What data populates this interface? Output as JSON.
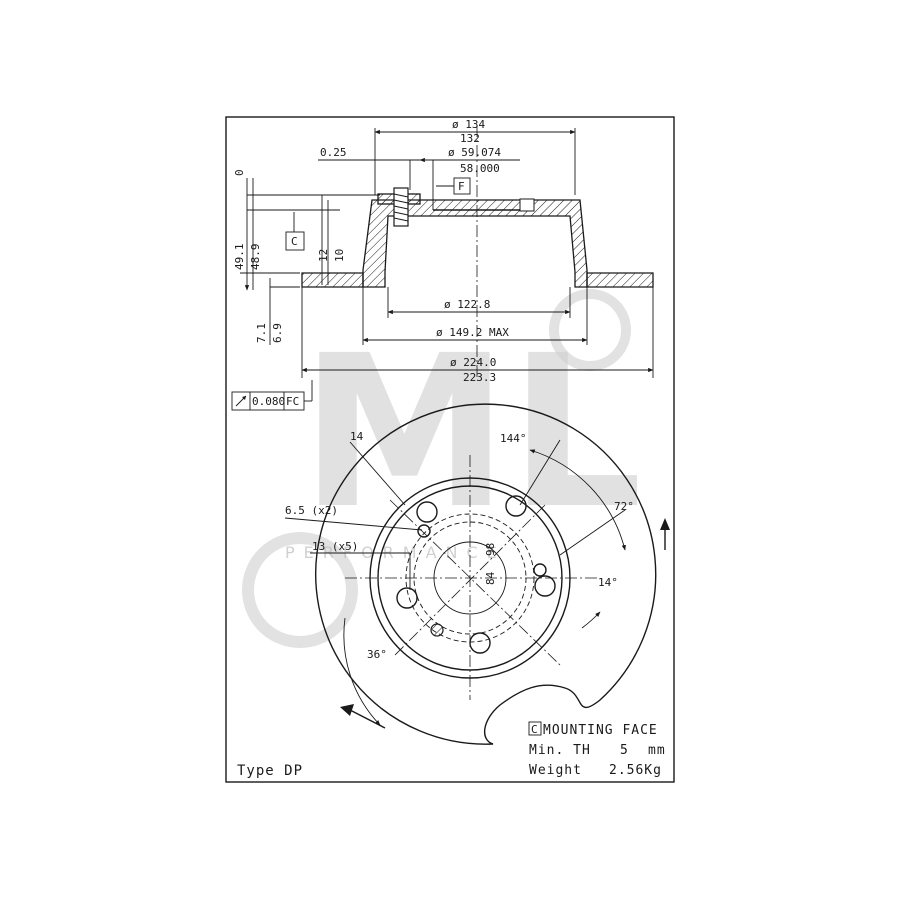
{
  "watermark": {
    "logo": "ML",
    "text": "PERFORMANCE"
  },
  "section_view": {
    "dims": {
      "d134": "ø 134",
      "d132": "132",
      "t025": "0.25",
      "d59": "ø 59.074",
      "d58": "58.000",
      "d1228": "ø 122.8",
      "d1492": "ø 149.2 MAX",
      "d224": "ø 224.0",
      "d2233": "223.3",
      "h491": "49.1",
      "h489": "48.9",
      "h12": "12",
      "h10": "10",
      "h71": "7.1",
      "h69": "6.9",
      "zero": "0"
    },
    "datum_c": "C",
    "datum_f": "F",
    "runout": {
      "value": "0.080",
      "ref": "FC"
    }
  },
  "front_view": {
    "labels": {
      "a144": "144°",
      "a72": "72°",
      "a14": "14°",
      "a36": "36°",
      "top14": "14",
      "hole65": "6.5 (x2)",
      "hole13": "13 (x5)",
      "pcd98": "98",
      "pcd84": "84"
    }
  },
  "notes": {
    "mounting_box": "C",
    "mounting_face": "MOUNTING FACE",
    "min_th_label": "Min. TH",
    "min_th_value": "5",
    "min_th_unit": "mm",
    "weight_label": "Weight",
    "weight_value": "2.56Kg",
    "type": "Type DP"
  }
}
